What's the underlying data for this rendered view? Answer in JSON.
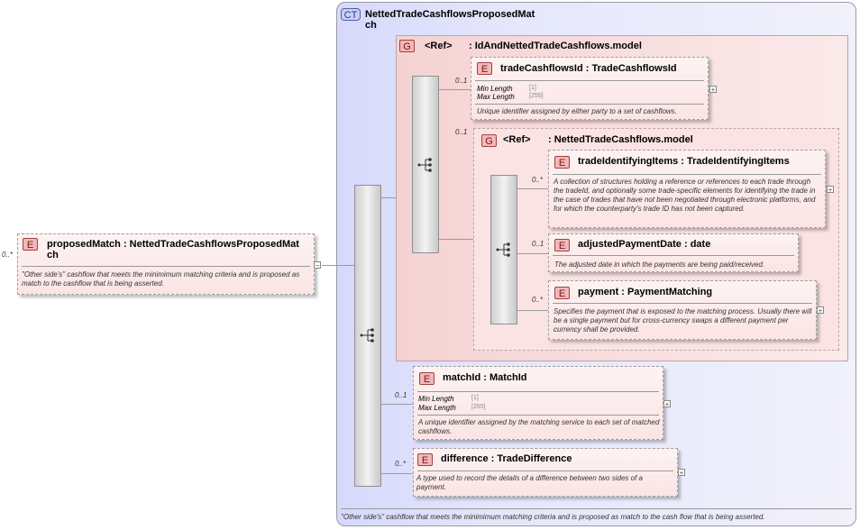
{
  "root": {
    "tag": "E",
    "cardinality": "0..*",
    "name": "proposedMatch : NettedTradeCashflowsProposedMat\nch",
    "doc": "\"Other side's\" cashflow that meets the minimimum matching criteria and is proposed as match to the cashflow that is being asserted."
  },
  "complex_type": {
    "tag": "CT",
    "name": "NettedTradeCashflowsProposedMat\nch",
    "footer_doc": "\"Other side's\" cashflow that meets the minimimum matching criteria and is proposed as match to the cash flow that is being asserted."
  },
  "group1": {
    "tag": "G",
    "ref": "<Ref>",
    "name": ": IdAndNettedTradeCashflows.model"
  },
  "tradeCashflowsId": {
    "tag": "E",
    "cardinality": "0..1",
    "name": "tradeCashflowsId : TradeCashflowsId",
    "facets": [
      {
        "label": "Min Length",
        "value": "[1]"
      },
      {
        "label": "Max Length",
        "value": "[255]"
      }
    ],
    "doc": "Unique identifier assigned by either party to a set of cashflows."
  },
  "group2": {
    "tag": "G",
    "cardinality": "0..1",
    "ref": "<Ref>",
    "name": ": NettedTradeCashflows.model"
  },
  "tradeIdentifyingItems": {
    "tag": "E",
    "cardinality": "0..*",
    "name": "tradeIdentifyingItems : TradeIdentifyingItems",
    "doc": "A collection of structures holding a reference or references to each trade through the tradeId, and optionally some trade-specific elements for identifying the trade in the case of trades that have not been negotiated through electronic platforms, and for which the counterparty's trade ID has not been captured."
  },
  "adjustedPaymentDate": {
    "tag": "E",
    "cardinality": "0..1",
    "name": "adjustedPaymentDate : date",
    "doc": "The adjusted date in which the payments are being paid/received."
  },
  "payment": {
    "tag": "E",
    "cardinality": "0..*",
    "name": "payment : PaymentMatching",
    "doc": "Specifies the payment that is exposed to the matching process. Usually there will be a single payment but for cross-currency swaps a different payment per currency shall be provided."
  },
  "matchId": {
    "tag": "E",
    "cardinality": "0..1",
    "name": "matchId  : MatchId",
    "facets": [
      {
        "label": "Min Length",
        "value": "[1]"
      },
      {
        "label": "Max Length",
        "value": "[255]"
      }
    ],
    "doc": "A unique identifier assigned by the matching service to each set of matched cashflows."
  },
  "difference": {
    "tag": "E",
    "cardinality": "0..*",
    "name": "difference : TradeDifference",
    "doc": "A type used to record the details of a difference between two sides of a payment."
  },
  "expand_symbol": "+",
  "collapse_symbol": "−"
}
